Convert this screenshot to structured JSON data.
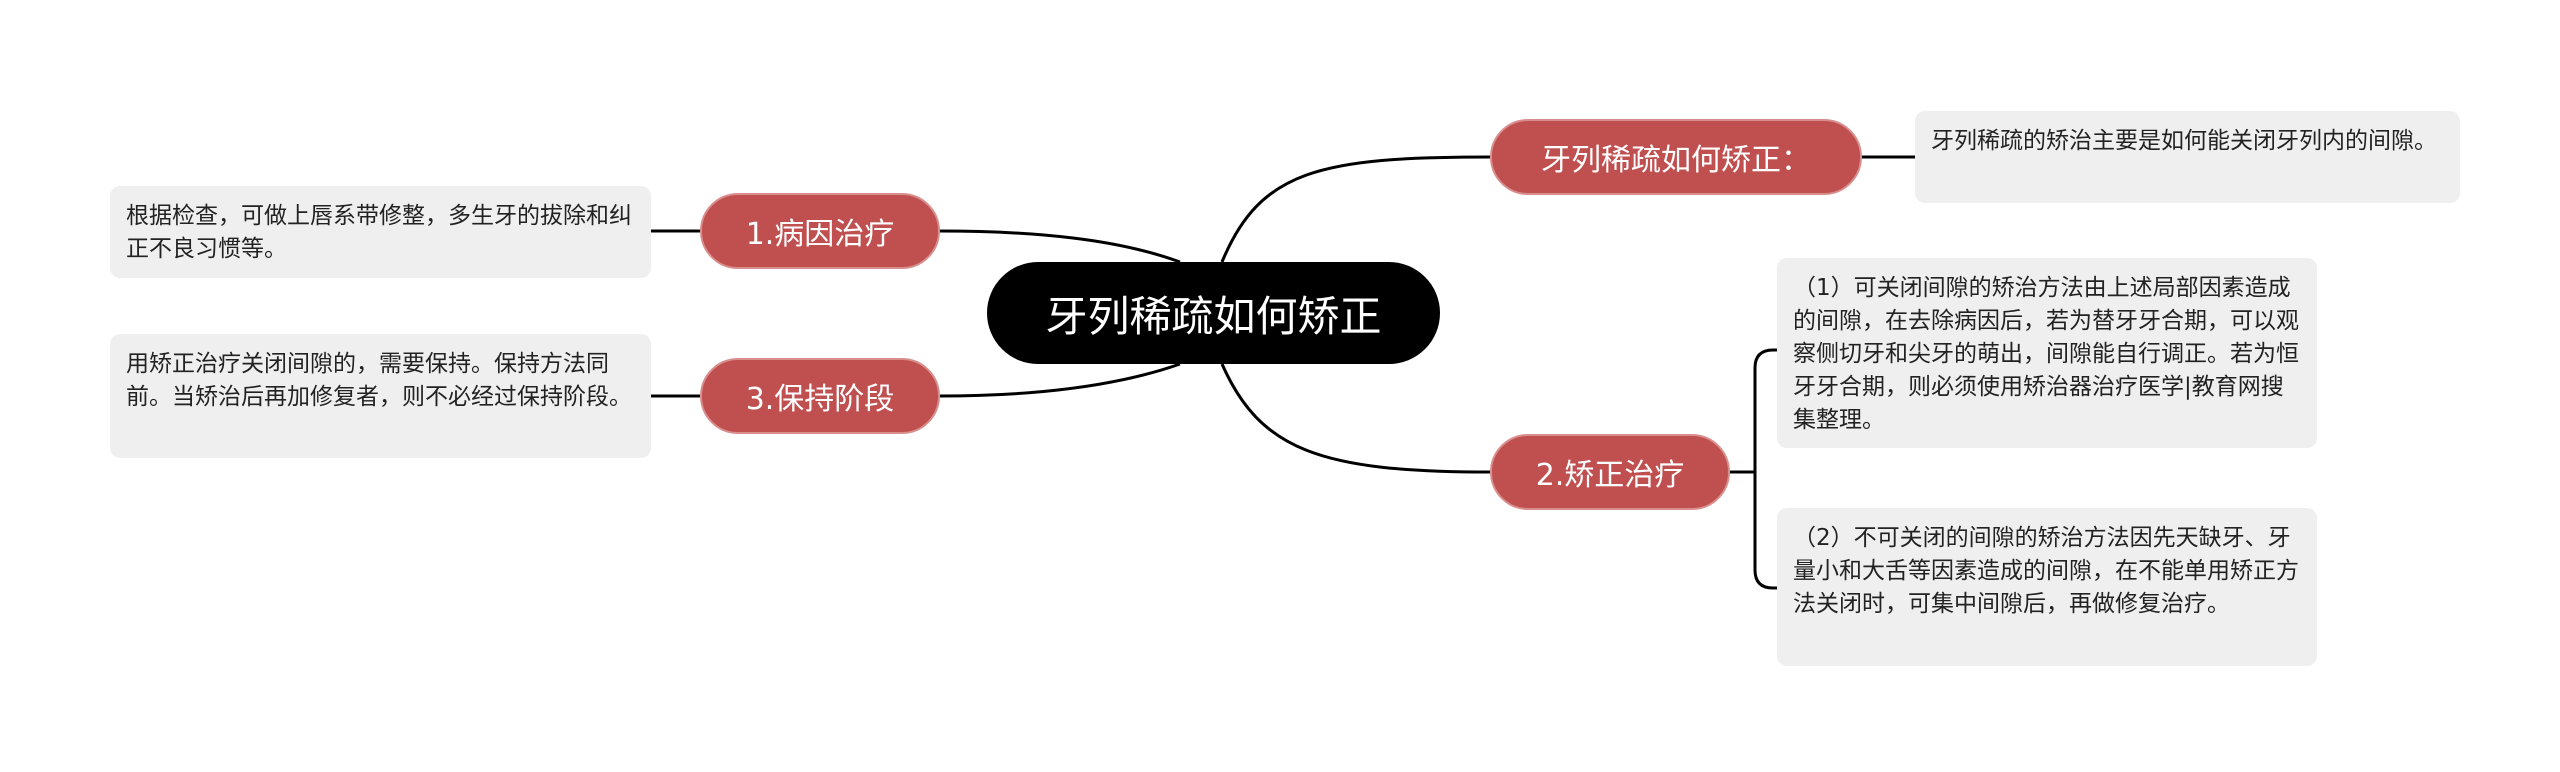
{
  "root": {
    "label": "牙列稀疏如何矫正"
  },
  "branches": [
    {
      "label": "牙列稀疏如何矫正："
    },
    {
      "label": "2.矫正治疗"
    },
    {
      "label": "1.病因治疗"
    },
    {
      "label": "3.保持阶段"
    }
  ],
  "notes": [
    {
      "text": "牙列稀疏的矫治主要是如何能关闭牙列内的间隙。"
    },
    {
      "text": "（1）可关闭间隙的矫治方法由上述局部因素造成的间隙，在去除病因后，若为替牙牙合期，可以观察侧切牙和尖牙的萌出，间隙能自行调正。若为恒牙牙合期，则必须使用矫治器治疗医学|教育网搜集整理。"
    },
    {
      "text": "（2）不可关闭的间隙的矫治方法因先天缺牙、牙量小和大舌等因素造成的间隙，在不能单用矫正方法关闭时，可集中间隙后，再做修复治疗。"
    },
    {
      "text": "根据检查，可做上唇系带修整，多生牙的拔除和纠正不良习惯等。"
    },
    {
      "text": "用矫正治疗关闭间隙的，需要保持。保持方法同前。当矫治后再加修复者，则不必经过保持阶段。"
    }
  ],
  "colors": {
    "root": "#000000",
    "branch": "#c05050",
    "note_bg": "#efefef",
    "line": "#000000"
  }
}
